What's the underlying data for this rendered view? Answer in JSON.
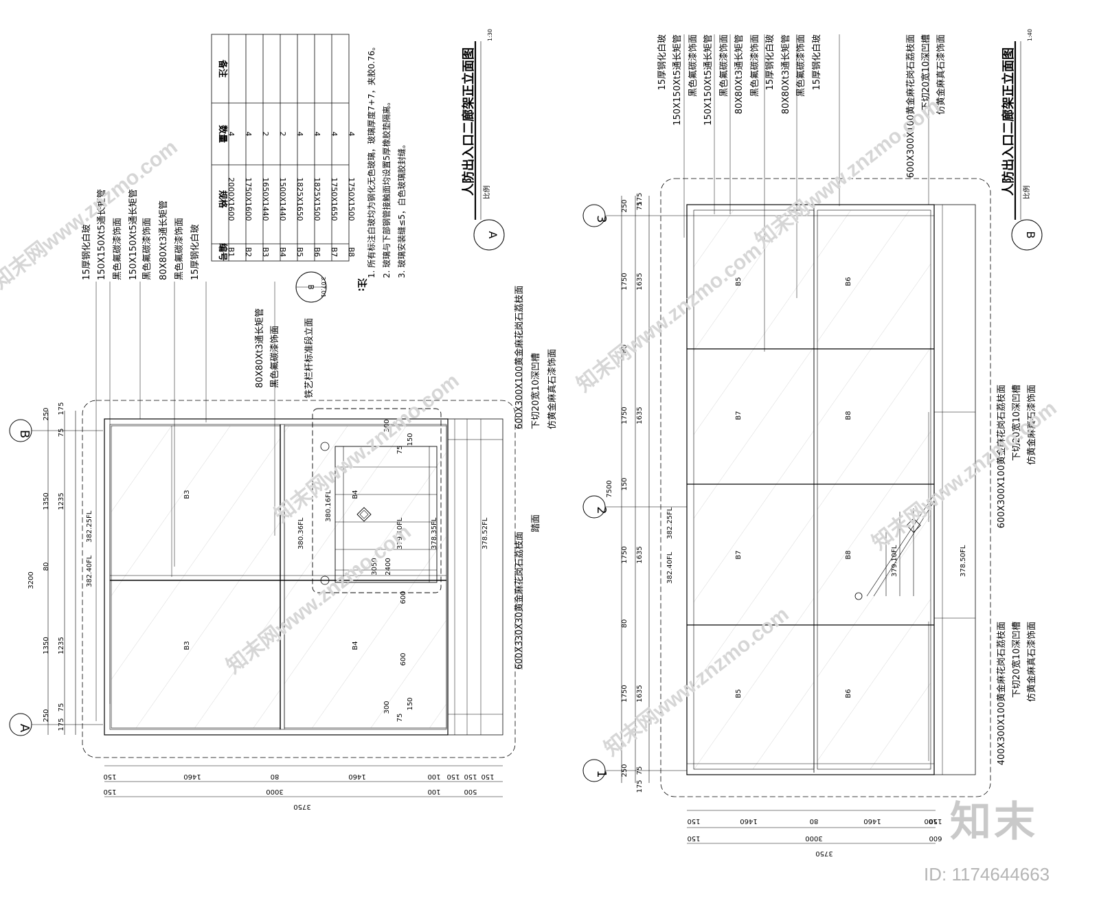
{
  "watermark": {
    "site": "知末网www.znzmo.com",
    "logo": "知末",
    "id": "ID: 1174644663"
  },
  "table": {
    "headers": [
      "编号",
      "规格",
      "数量",
      "备注"
    ],
    "rows": [
      [
        "B1",
        "2000X1600",
        "4",
        ""
      ],
      [
        "B2",
        "1750X1600",
        "4",
        ""
      ],
      [
        "B3",
        "1650X1440",
        "2",
        ""
      ],
      [
        "B4",
        "1500X1440",
        "2",
        ""
      ],
      [
        "B5",
        "1825X1650",
        "4",
        ""
      ],
      [
        "B6",
        "1825X1500",
        "4",
        ""
      ],
      [
        "B7",
        "1750X1650",
        "4",
        ""
      ],
      [
        "B8",
        "1750X1500",
        "4",
        ""
      ]
    ]
  },
  "notes": {
    "title": "注:",
    "items": [
      "1. 所有标注白玻均为钢化无色玻璃，玻璃厚度7+7，夹胶0.76。",
      "2. 玻璃与下部钢管接触面均设置5厚橡胶垫隔离。",
      "3. 玻璃安装缝≤5，白色玻璃胶封缝。"
    ]
  },
  "drawing_a": {
    "badge": "A",
    "title": "人防出入口二廊架正立面图",
    "scale_label": "比例",
    "scale": "1:30",
    "axis_left": "A",
    "axis_right": "B",
    "callout_ref_top": "B",
    "callout_ref_bottom": "3.07.01",
    "callout_text": "铁艺栏杆标准段立面",
    "labels_top": [
      "15厚钢化白玻",
      "150X150Xt5通长矩管",
      "黑色氟碳漆饰面",
      "150X150Xt5通长矩管",
      "黑色氟碳漆饰面",
      "80X80Xt3通长矩管",
      "黑色氟碳漆饰面",
      "15厚钢化白玻"
    ],
    "labels_mid": [
      "80X80Xt3通长矩管",
      "黑色氟碳漆饰面"
    ],
    "right_labels": [
      "600X300X100黄金麻花岗石荔枝面",
      "下切20宽10深凹槽",
      "仿黄金麻真石漆饰面",
      "600X330X30黄金麻花岗石荔枝面",
      "踏面"
    ],
    "elevations": [
      "382.25FL",
      "382.40FL",
      "380.36FL",
      "380.16FL",
      "379.10FL",
      "378.35FL",
      "378.52FL"
    ],
    "dims_total": "3200",
    "dims_row1": [
      "250",
      "1350",
      "80",
      "1350",
      "250"
    ],
    "dims_row2": [
      "175",
      "75",
      "1235",
      "1235",
      "75",
      "175"
    ],
    "dims_inner": [
      "300",
      "75",
      "150",
      "3050",
      "2400",
      "600",
      "600",
      "300",
      "150",
      "75"
    ],
    "dims_bottom1": [
      "150",
      "1460",
      "80",
      "1460",
      "100",
      "150",
      "150",
      "150"
    ],
    "dims_bottom2": [
      "150",
      "3000",
      "100",
      "500"
    ],
    "dims_bottom_total": "3750",
    "panels": [
      "B3",
      "B3",
      "B4",
      "B4"
    ]
  },
  "drawing_b": {
    "badge": "B",
    "title": "人防出入口二廊架正立面图",
    "scale_label": "比例",
    "scale": "1:40",
    "axes": [
      "1",
      "2",
      "3"
    ],
    "labels_top": [
      "15厚钢化白玻",
      "150X150Xt5通长矩管",
      "黑色氟碳漆饰面",
      "150X150Xt5通长矩管",
      "黑色氟碳漆饰面",
      "80X80Xt3通长矩管",
      "黑色氟碳漆饰面",
      "15厚钢化白玻",
      "80X80Xt3通长矩管",
      "黑色氟碳漆饰面",
      "15厚钢化白玻"
    ],
    "right_labels_top": [
      "600X300X100黄金麻花岗石荔枝面",
      "下切20宽10深凹槽",
      "仿黄金麻真石漆饰面"
    ],
    "right_labels_mid": [
      "600X300X100黄金麻花岗石荔枝面",
      "下切20宽10深凹槽",
      "仿黄金麻真石漆饰面"
    ],
    "right_labels_bot": [
      "400X300X100黄金麻花岗石荔枝面",
      "下切20宽10深凹槽",
      "仿黄金麻真石漆饰面"
    ],
    "elevations": [
      "382.25FL",
      "382.40FL",
      "379.10FL",
      "378.50FL"
    ],
    "dims_total": "7500",
    "dims_row1": [
      "250",
      "1750",
      "80",
      "1750",
      "150",
      "1750",
      "80",
      "1750",
      "250"
    ],
    "dims_row2": [
      "175",
      "75",
      "1635",
      "1635",
      "1635",
      "1635",
      "75",
      "175"
    ],
    "dims_bottom1": [
      "150",
      "1460",
      "80",
      "1460",
      "100",
      "150"
    ],
    "dims_bottom2": [
      "150",
      "3000",
      "600"
    ],
    "dims_bottom_total": "3750",
    "panels": [
      "B5",
      "B6",
      "B7",
      "B8",
      "B7",
      "B8",
      "B5",
      "B6"
    ]
  }
}
